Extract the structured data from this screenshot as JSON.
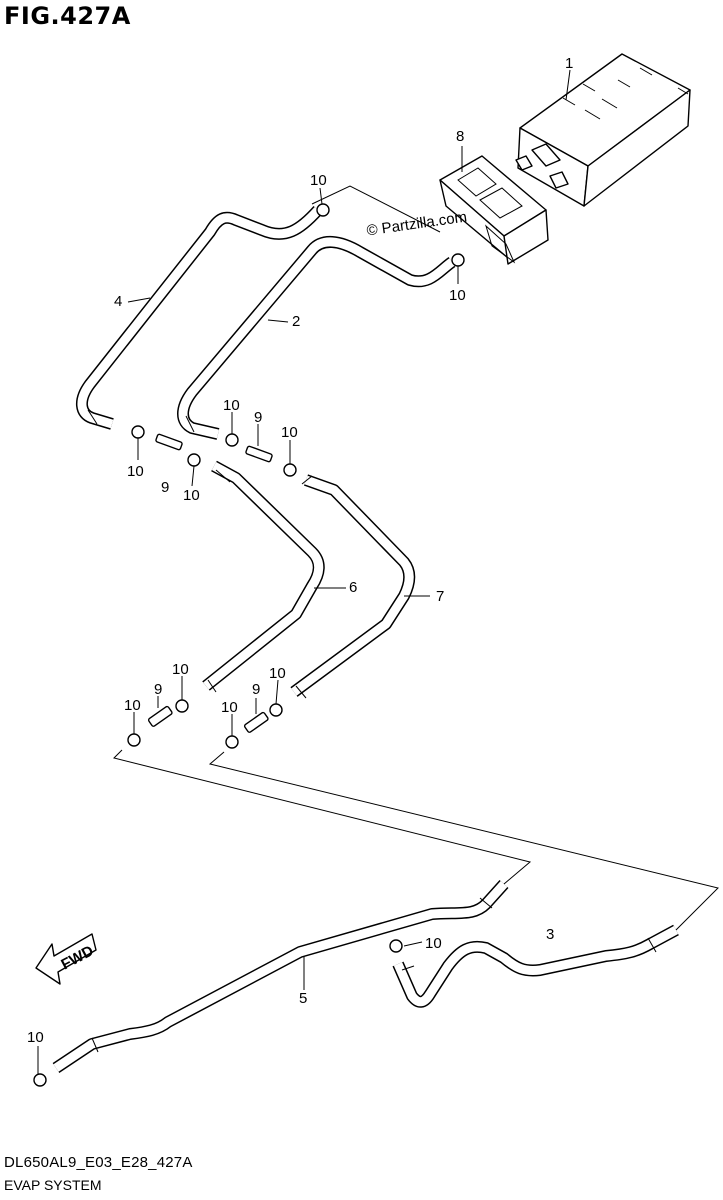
{
  "figure": {
    "title": "FIG.427A",
    "footer_code": "DL650AL9_E03_E28_427A",
    "footer_name": "EVAP SYSTEM",
    "watermark": "© Partzilla.com",
    "fwd_label": "FWD"
  },
  "parts": [
    {
      "id": "canister",
      "ref": "1"
    },
    {
      "id": "hose-2",
      "ref": "2"
    },
    {
      "id": "hose-3",
      "ref": "3"
    },
    {
      "id": "hose-4",
      "ref": "4"
    },
    {
      "id": "hose-5",
      "ref": "5"
    },
    {
      "id": "hose-6",
      "ref": "6"
    },
    {
      "id": "hose-7",
      "ref": "7"
    },
    {
      "id": "bracket",
      "ref": "8"
    },
    {
      "id": "joint",
      "ref": "9"
    },
    {
      "id": "clamp",
      "ref": "10"
    }
  ],
  "callouts": [
    "1",
    "2",
    "3",
    "4",
    "5",
    "6",
    "7",
    "8",
    "9",
    "10"
  ]
}
